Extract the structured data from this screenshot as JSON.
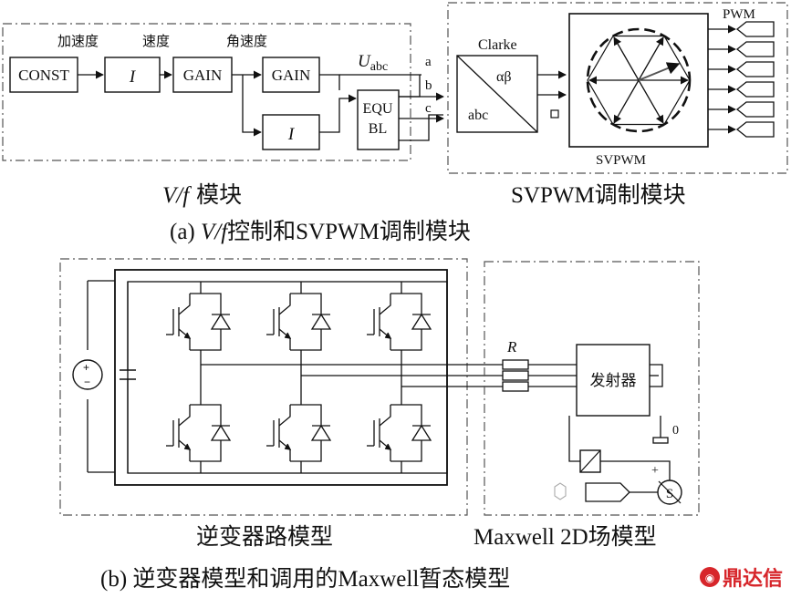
{
  "panel_a": {
    "vf": {
      "accel_label": "加速度",
      "speed_label": "速度",
      "angular_label": "角速度",
      "const_block": "CONST",
      "int_block_1": "I",
      "gain_block_1": "GAIN",
      "gain_block_2": "GAIN",
      "int_block_2": "I",
      "equ_line1": "EQU",
      "equ_line2": "BL",
      "u_main": "U",
      "u_sub": "abc",
      "port_a": "a",
      "port_b": "b",
      "port_c": "c",
      "module_caption_italic": "V/f",
      "module_caption_rest": " 模块"
    },
    "svpwm": {
      "clarke_title": "Clarke",
      "alphabeta": "αβ",
      "abc": "abc",
      "pwm_label": "PWM",
      "svpwm_label": "SVPWM",
      "module_caption": "SVPWM调制模块"
    },
    "caption_prefix": "(a) ",
    "caption_italic": "V/f",
    "caption_rest": "控制和SVPWM调制模块"
  },
  "panel_b": {
    "inverter_caption": "逆变器路模型",
    "maxwell": {
      "r_label": "R",
      "transmitter": "发射器",
      "ground_value": "0",
      "plus_sign": "+",
      "s_label": "S",
      "module_caption": "Maxwell 2D场模型"
    },
    "caption": "(b) 逆变器模型和调用的Maxwell暂态模型"
  },
  "watermark": "鼎达信"
}
